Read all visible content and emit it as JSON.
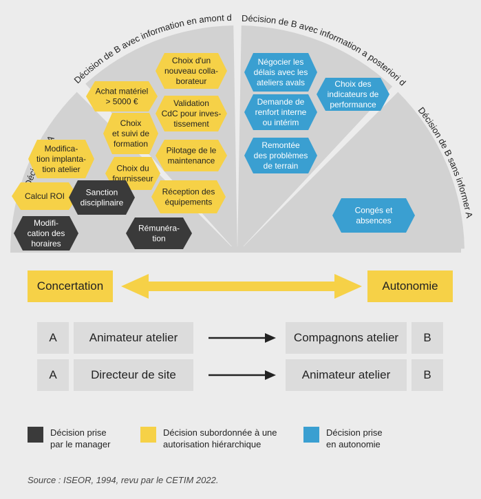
{
  "colors": {
    "manager": "#3a3a3a",
    "subordinate": "#f6d147",
    "autonomy": "#3a9fd1",
    "wedge": "#d2d2d2",
    "wedge_gap": "#ececec"
  },
  "sectors": {
    "decision_a": "Décision de A",
    "b_before": "Décision de B avec information en amont de A",
    "b_after": "Décision de B avec information a posteriori de A",
    "b_without": "Décision de B sans informer A"
  },
  "decisions": [
    {
      "text": "Choix d'un\nnouveau colla-\nborateur",
      "kind": "subordinate"
    },
    {
      "text": "Achat matériel\n> 5000 €",
      "kind": "subordinate"
    },
    {
      "text": "Validation\nCdC pour inves-\ntissement",
      "kind": "subordinate"
    },
    {
      "text": "Choix\net suivi de\nformation",
      "kind": "subordinate"
    },
    {
      "text": "Modifica-\ntion implanta-\ntion atelier",
      "kind": "subordinate"
    },
    {
      "text": "Pilotage de le\nmaintenance",
      "kind": "subordinate"
    },
    {
      "text": "Choix du\nfournisseur",
      "kind": "subordinate"
    },
    {
      "text": "Réception des\néquipements",
      "kind": "subordinate"
    },
    {
      "text": "Calcul ROI",
      "kind": "subordinate"
    },
    {
      "text": "Sanction\ndisciplinaire",
      "kind": "manager"
    },
    {
      "text": "Modifi-\ncation des\nhoraires",
      "kind": "manager"
    },
    {
      "text": "Rémunéra-\ntion",
      "kind": "manager"
    },
    {
      "text": "Négocier les\ndélais avec les\nateliers avals",
      "kind": "autonomy"
    },
    {
      "text": "Choix des\nindicateurs de\nperformance",
      "kind": "autonomy"
    },
    {
      "text": "Demande de\nrenfort interne\nou intérim",
      "kind": "autonomy"
    },
    {
      "text": "Remontée\ndes problèmes\nde terrain",
      "kind": "autonomy"
    },
    {
      "text": "Congés et\nabsences",
      "kind": "autonomy"
    }
  ],
  "scale": {
    "left": "Concertation",
    "right": "Autonomie"
  },
  "rows": [
    {
      "left_code": "A",
      "left_role": "Animateur atelier",
      "right_role": "Compagnons atelier",
      "right_code": "B"
    },
    {
      "left_code": "A",
      "left_role": "Directeur de site",
      "right_role": "Animateur atelier",
      "right_code": "B"
    }
  ],
  "legend": [
    {
      "label": "Décision prise\npar le manager",
      "kind": "manager"
    },
    {
      "label": "Décision subordonnée à une\nautorisation hiérarchique",
      "kind": "subordinate"
    },
    {
      "label": "Décision prise\nen autonomie",
      "kind": "autonomy"
    }
  ],
  "source": "Source : ISEOR, 1994, revu par le CETIM 2022."
}
